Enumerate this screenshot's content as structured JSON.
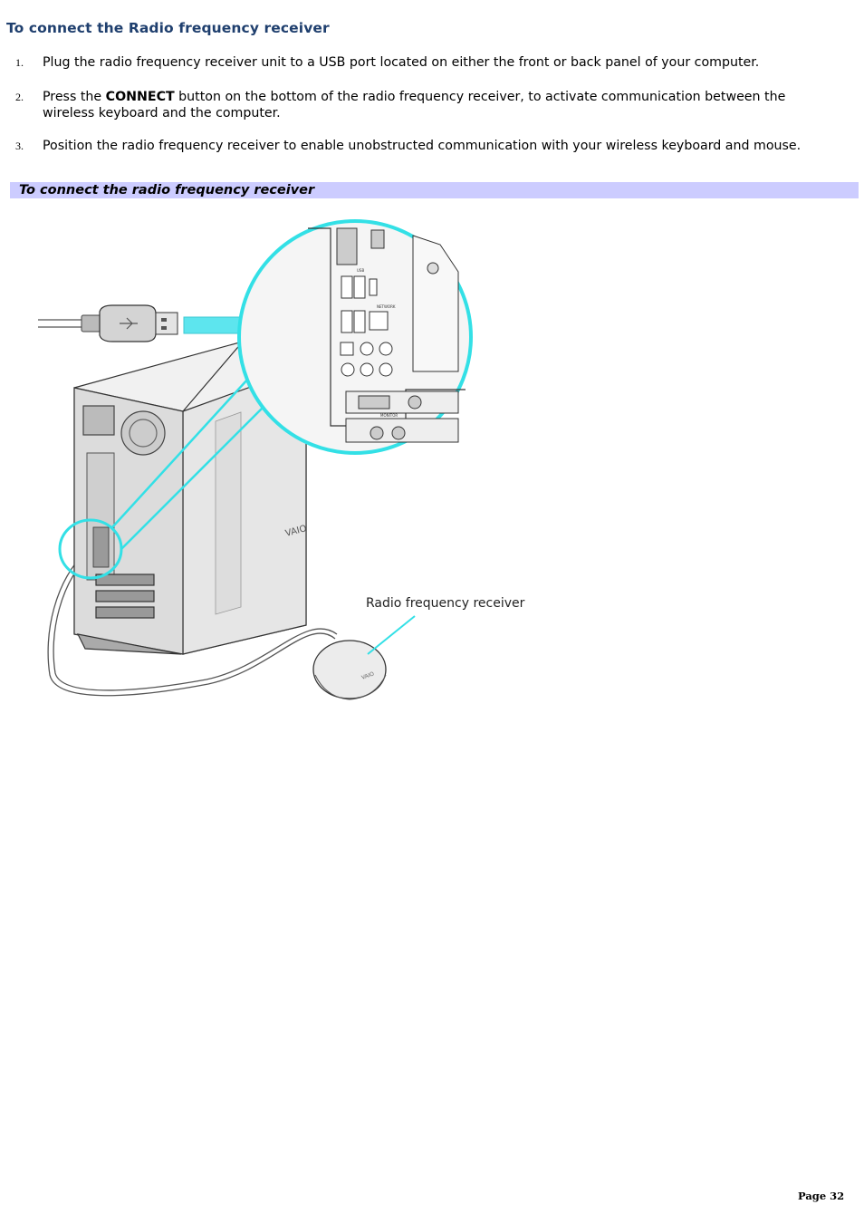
{
  "heading": "To connect the Radio frequency receiver",
  "steps": [
    {
      "number": "1.",
      "text": "Plug the radio frequency receiver unit to a USB port located on either the front or back panel of your computer."
    },
    {
      "number": "2.",
      "before": "Press the ",
      "bold": "CONNECT",
      "after": " button on the bottom of the radio frequency receiver, to activate communication between the wireless keyboard and the computer."
    },
    {
      "number": "3.",
      "text": "Position the radio frequency receiver to enable unobstructed communication with your wireless keyboard and mouse."
    }
  ],
  "caption": "To connect the radio frequency receiver",
  "figure": {
    "callout_label": "Radio frequency receiver",
    "port_labels": {
      "usb": "USB",
      "network": "NETWORK",
      "monitor": "MONITOR"
    },
    "brand_mark": "VAIO"
  },
  "footer": {
    "page": "Page 32"
  },
  "colors": {
    "heading": "#1f3f6e",
    "caption_bar": "#ccccff",
    "highlight": "#33e0e6"
  }
}
